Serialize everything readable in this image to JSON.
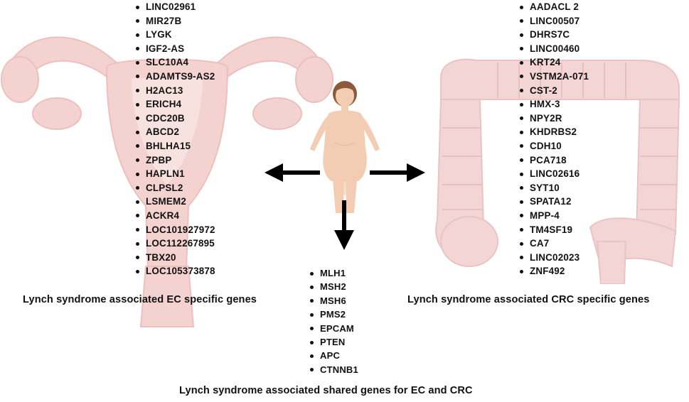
{
  "ec": {
    "caption": "Lynch syndrome associated  EC specific genes",
    "genes": [
      "LINC02961",
      "MIR27B",
      "LYGK",
      "IGF2-AS",
      "SLC10A4",
      "ADAMTS9-AS2",
      "H2AC13",
      "ERICH4",
      "CDC20B",
      "ABCD2",
      "BHLHA15",
      "ZPBP",
      "HAPLN1",
      "CLPSL2",
      "LSMEM2",
      "ACKR4",
      "LOC101927972",
      "LOC112267895",
      "TBX20",
      "LOC105373878"
    ]
  },
  "crc": {
    "caption": "Lynch syndrome associated  CRC specific genes",
    "genes": [
      "AADACL 2",
      "LINC00507",
      "DHRS7C",
      "LINC00460",
      "KRT24",
      "VSTM2A-071",
      "CST-2",
      "HMX-3",
      "NPY2R",
      "KHDRBS2",
      "CDH10",
      "PCA718",
      "LINC02616",
      "SYT10",
      "SPATA12",
      "MPP-4",
      "TM4SF19",
      "CA7",
      "LINC02023",
      "ZNF492"
    ]
  },
  "shared": {
    "caption": "Lynch syndrome associated shared genes for EC and CRC",
    "genes": [
      "MLH1",
      "MSH2",
      "MSH6",
      "PMS2",
      "EPCAM",
      "PTEN",
      "APC",
      "CTNNB1"
    ]
  },
  "icons": {
    "uterus": "uterus-illustration",
    "colon": "colon-illustration",
    "person": "woman-figure-illustration"
  },
  "colors": {
    "uterus": "#f3d2d0",
    "colon": "#f3d5d5",
    "skin": "#f2cdb3",
    "hair": "#8a5a3a",
    "arrow": "#000000"
  }
}
